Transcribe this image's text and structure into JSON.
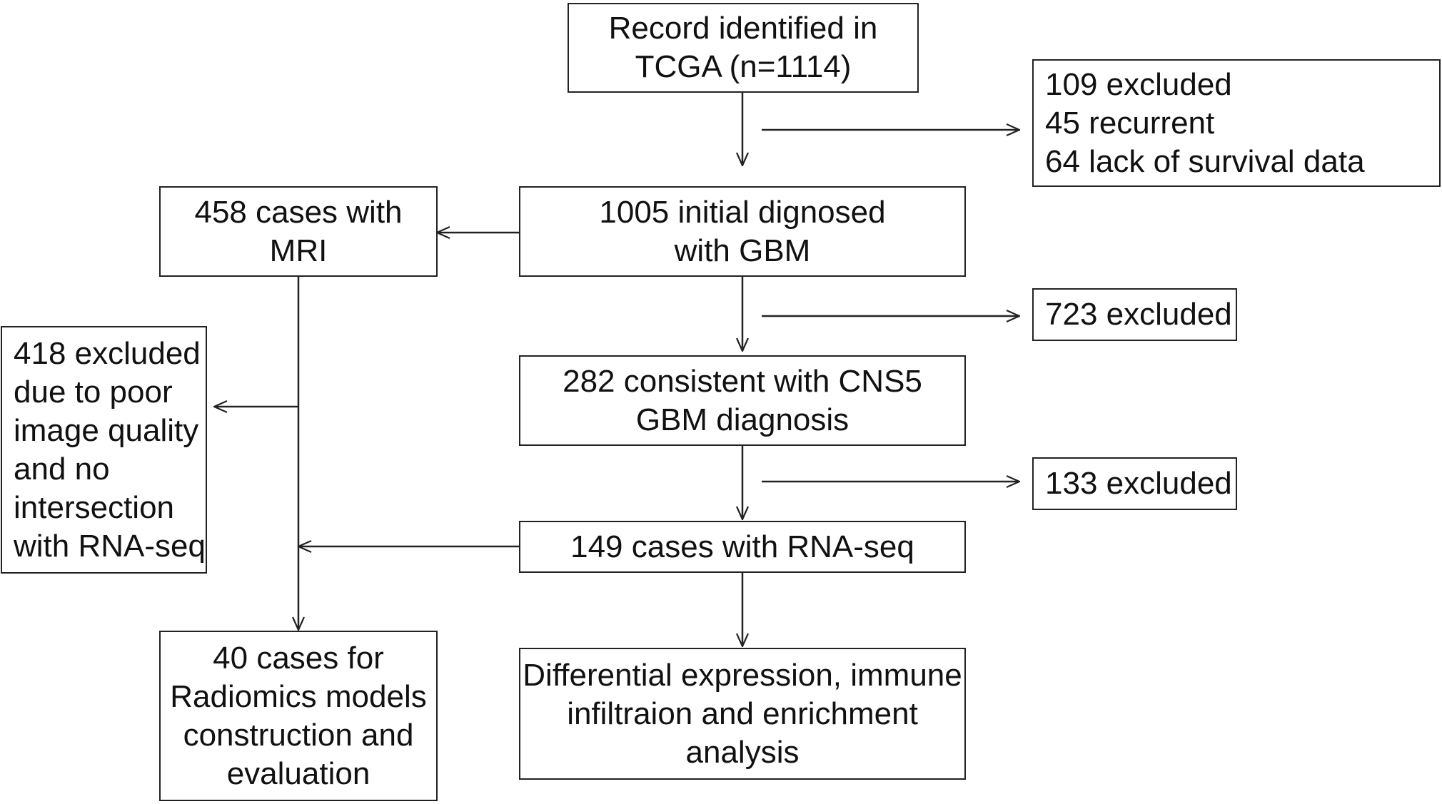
{
  "nodes": {
    "record": {
      "lines": [
        "Record identified in",
        "TCGA (n=1114)"
      ]
    },
    "excluded_109": {
      "lines": [
        "109 excluded",
        "45 recurrent",
        "64 lack of survival data"
      ]
    },
    "initial_gbm": {
      "lines": [
        "1005 initial dignosed",
        "with GBM"
      ]
    },
    "mri": {
      "lines": [
        "458 cases with",
        "MRI"
      ]
    },
    "excluded_723": {
      "lines": [
        "723 excluded"
      ]
    },
    "cns5": {
      "lines": [
        "282 consistent with CNS5",
        "GBM diagnosis"
      ]
    },
    "excluded_418": {
      "lines": [
        "418 excluded",
        "due to poor",
        "image quality",
        "and no",
        "intersection",
        "with RNA-seq"
      ]
    },
    "excluded_133": {
      "lines": [
        "133 excluded"
      ]
    },
    "rnaseq": {
      "lines": [
        "149 cases with RNA-seq"
      ]
    },
    "radiomics": {
      "lines": [
        "40 cases for",
        "Radiomics models",
        "construction and",
        "evaluation"
      ]
    },
    "differential": {
      "lines": [
        "Differential expression, immune",
        "infiltraion and enrichment",
        "analysis"
      ]
    }
  }
}
